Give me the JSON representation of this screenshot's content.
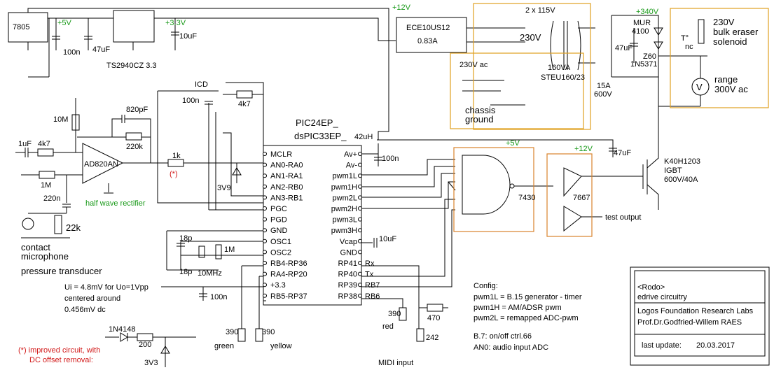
{
  "components": {
    "reg7805": "7805",
    "v5_top": "+5V",
    "c100n_a": "100n",
    "c47uf_a": "47uF",
    "ts2940": "TS2940CZ 3.3",
    "v33": "+3.3V",
    "c10uf_a": "10uF",
    "v12_top": "+12V",
    "ece": "ECE10US12",
    "ece_a": "0.83A",
    "tr_spec": "2 x 115V",
    "v230": "230V",
    "va160": "160VA",
    "steu": "STEU160/23",
    "v340": "+340V",
    "mur": "MUR",
    "mur_n": "4100",
    "c47uf_hv": "47uF",
    "bridge_a": "15A",
    "bridge_v": "600V",
    "z60": "Z60",
    "z1n": "1N5371",
    "sol_230": "230V",
    "sol_name1": "bulk eraser",
    "sol_name2": "solenoid",
    "t_nc": "T°",
    "nc": "nc",
    "range1": "range",
    "range2": "300V ac",
    "meter": "V",
    "ac230": "230V ac",
    "chassis1": "chassis",
    "chassis2": "ground",
    "icd": "ICD",
    "c100n_b": "100n",
    "r4k7_b": "4k7",
    "r10m": "10M",
    "c820": "820pF",
    "r220k": "220k",
    "c1uf": "1uF",
    "r4k7_a": "4k7",
    "r1m": "1M",
    "opamp": "AD820AN",
    "hwr": "half wave rectifier",
    "r1k": "1k",
    "star": "(*)",
    "c220n": "220n",
    "r22k": "22k",
    "mic1": "contact",
    "mic2": "microphone",
    "pressure": "pressure transducer",
    "ui1": "Ui = 4.8mV for Uo=1Vpp",
    "ui2": "centered around",
    "ui3": "0.456mV dc",
    "d3v9": "3V9",
    "c18p_a": "18p",
    "c18p_b": "18p",
    "x10m": "10MHz",
    "r1m_b": "1M",
    "c100n_c": "100n",
    "r390_a": "390",
    "r390_b": "390",
    "green": "green",
    "yellow": "yellow",
    "n4148": "1N4148",
    "r200": "200",
    "d3v3": "3V3",
    "note1": "(*) improved circuit, with",
    "note2": "DC offset removal:",
    "pic1": "PIC24EP_",
    "pic2": "dsPIC33EP_",
    "l42": "42uH",
    "c100n_d": "100n",
    "c10uf_b": "10uF",
    "v5_gate": "+5V",
    "g7430": "7430",
    "v12_drv": "+12V",
    "d7667": "7667",
    "c47uf_b": "47uF",
    "k40_1": "K40H1203",
    "k40_2": "IGBT",
    "k40_3": "600V/40A",
    "test": "test output",
    "r390_c": "390",
    "red": "red",
    "r470": "470",
    "r242": "242",
    "midi": "MIDI input"
  },
  "pic_left_pins": [
    "MCLR",
    "AN0-RA0",
    "AN1-RA1",
    "AN2-RB0",
    "AN3-RB1",
    "PGC",
    "PGD",
    "GND",
    "OSC1",
    "OSC2",
    "RB4-RP36",
    "RA4-RP20",
    "+3.3",
    "RB5-RP37"
  ],
  "pic_right_pins": [
    "Av+",
    "Av-",
    "pwm1L",
    "pwm1H",
    "pwm2L",
    "pwm2H",
    "pwm3L",
    "pwm3H",
    "Vcap",
    "GND",
    "RP41",
    "RP40",
    "RP39",
    "RP38"
  ],
  "pic_right_ext": [
    "Rx",
    "Tx",
    "RB7",
    "RB6"
  ],
  "config": {
    "title": "Config:",
    "l1": "pwm1L = B.15 generator - timer",
    "l2": "pwm1H = AM/ADSR pwm",
    "l3": "pwm2L =  remapped ADC-pwm",
    "l4": "B.7: on/off ctrl.66",
    "l5": "AN0: audio input ADC"
  },
  "titleblock": {
    "name": "<Rodo>",
    "sub": "edrive circuitry",
    "org": "Logos Foundation Research Labs",
    "prof": "Prof.Dr.Godfried-Willem RAES",
    "upd_label": "last update:",
    "upd_date": "20.03.2017"
  }
}
